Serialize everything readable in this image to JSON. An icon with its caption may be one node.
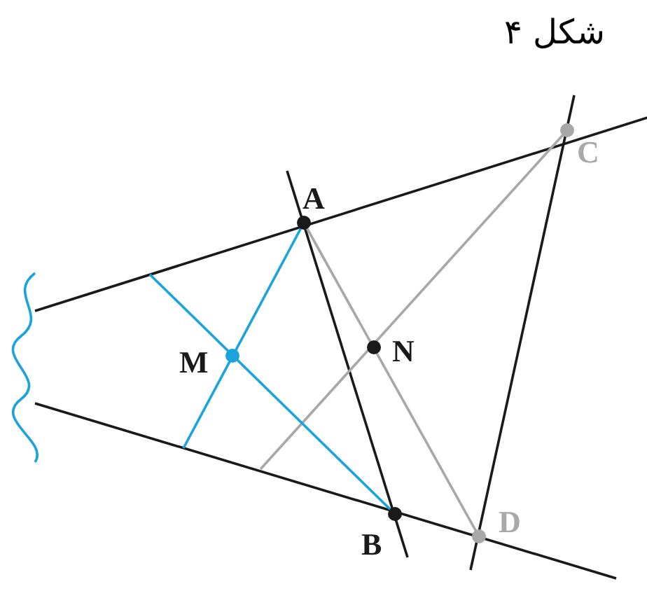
{
  "diagram": {
    "title": "شکل ۴",
    "labels": [
      "A",
      "N",
      "M",
      "B",
      "D",
      "C"
    ]
  }
}
